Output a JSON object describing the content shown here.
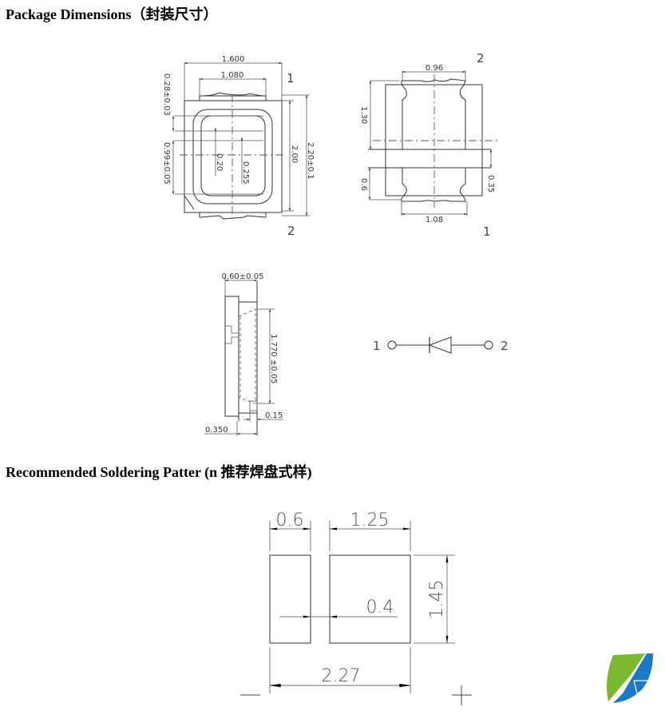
{
  "headings": {
    "package": "Package Dimensions（封装尺寸）",
    "soldering": "Recommended Soldering Patter (n 推荐焊盘式样)"
  },
  "top_view": {
    "width_outer": "1.600",
    "width_inner": "1.080",
    "height_total": "2.20±0.1",
    "height_body": "2.00",
    "left_upper": "0.28±0.03",
    "left_lower": "0.99±0.05",
    "inner_a": "0.20",
    "inner_b": "0.255",
    "pin_top": "1",
    "pin_bottom": "2"
  },
  "bottom_view": {
    "width_top": "0.96",
    "width_bottom": "1.08",
    "left_upper": "1.30",
    "left_lower": "0.6",
    "right_gap": "0.35",
    "pin_top": "2",
    "pin_bottom": "1"
  },
  "side_view": {
    "thickness": "0.60±0.05",
    "height": "1.770 ±0.05",
    "step": "0.15",
    "base": "0.350"
  },
  "schematic": {
    "pin_left": "1",
    "pin_right": "2",
    "symbol": "diode-icon"
  },
  "soldering": {
    "pad_small_width": "0.6",
    "pad_large_width": "1.25",
    "gap": "0.4",
    "height": "1.45",
    "total_width": "2.27",
    "polarity_minus": "−",
    "polarity_plus": "+"
  },
  "colors": {
    "line": "#333333",
    "logo_green": "#7ab82e",
    "logo_blue": "#1a78c8"
  }
}
